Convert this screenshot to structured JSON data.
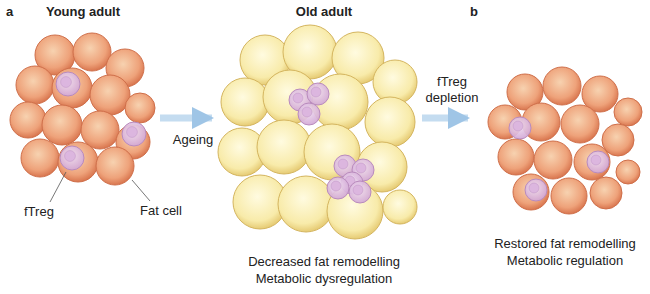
{
  "diagram": {
    "nodes": [
      {
        "text": [
          "Young adult"
        ]
      },
      {
        "text": [
          "Old adult",
          "Decreased fat remodelling",
          "Metabolic dysregulation"
        ]
      },
      {
        "text": [
          "Restored fat remodelling",
          "Metabolic regulation"
        ]
      }
    ],
    "edges": [
      {
        "from": 0,
        "to": 1,
        "arrow": "to",
        "label": "Ageing"
      },
      {
        "from": 1,
        "to": 2,
        "arrow": "to",
        "label": "fTreg depletion"
      }
    ],
    "labels": [
      "a",
      "b",
      "fTreg",
      "Fat cell"
    ]
  }
}
